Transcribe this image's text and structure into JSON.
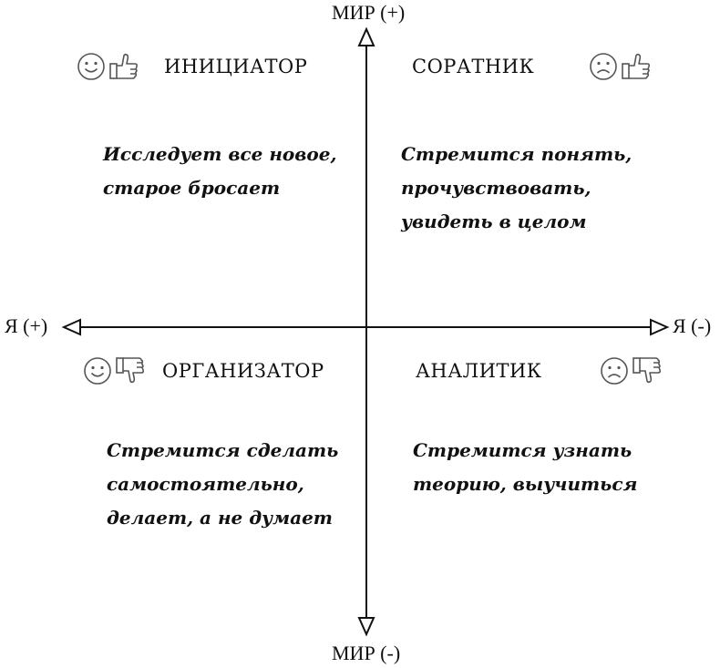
{
  "axes": {
    "top": "МИР (+)",
    "bottom": "МИР (-)",
    "left": "Я (+)",
    "right": "Я (-)"
  },
  "quadrants": {
    "top_left": {
      "title": "ИНИЦИАТОР",
      "lines": [
        "Исследует все новое,",
        "старое бросает"
      ],
      "icons": [
        "smiley-face-icon",
        "thumbs-up-icon"
      ]
    },
    "top_right": {
      "title": "СОРАТНИК",
      "lines": [
        "Стремится понять,",
        "прочувствовать,",
        "увидеть в целом"
      ],
      "icons": [
        "sad-face-icon",
        "thumbs-up-icon"
      ]
    },
    "bottom_left": {
      "title": "ОРГАНИЗАТОР",
      "lines": [
        "Стремится сделать",
        "самостоятельно,",
        "делает, а не думает"
      ],
      "icons": [
        "smiley-face-icon",
        "thumbs-down-icon"
      ]
    },
    "bottom_right": {
      "title": "АНАЛИТИК",
      "lines": [
        "Стремится узнать",
        "теорию, выучиться"
      ],
      "icons": [
        "sad-face-icon",
        "thumbs-down-icon"
      ]
    }
  },
  "colors": {
    "ink": "#111111",
    "icon": "#555555"
  }
}
